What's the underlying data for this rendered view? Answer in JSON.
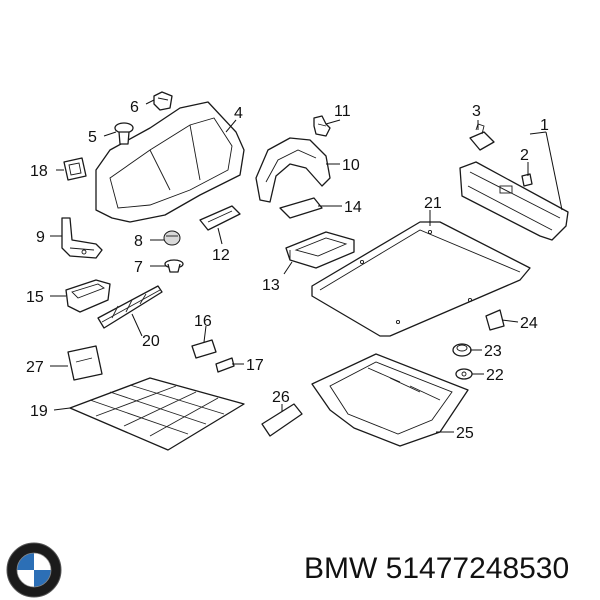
{
  "footer": {
    "part_text": "BMW 51477248530"
  },
  "logo": {
    "brand": "BMW",
    "colors": {
      "blue": "#2c6fb6",
      "dark": "#1b1b1b",
      "white": "#ffffff"
    }
  },
  "callouts": {
    "c1": "1",
    "c2": "2",
    "c3": "3",
    "c4": "4",
    "c5": "5",
    "c6": "6",
    "c7": "7",
    "c8": "8",
    "c9": "9",
    "c10": "10",
    "c11": "11",
    "c12": "12",
    "c13": "13",
    "c14": "14",
    "c15": "15",
    "c16": "16",
    "c17": "17",
    "c18": "18",
    "c19": "19",
    "c20": "20",
    "c21": "21",
    "c22": "22",
    "c23": "23",
    "c24": "24",
    "c25": "25",
    "c26": "26",
    "c27": "27"
  }
}
